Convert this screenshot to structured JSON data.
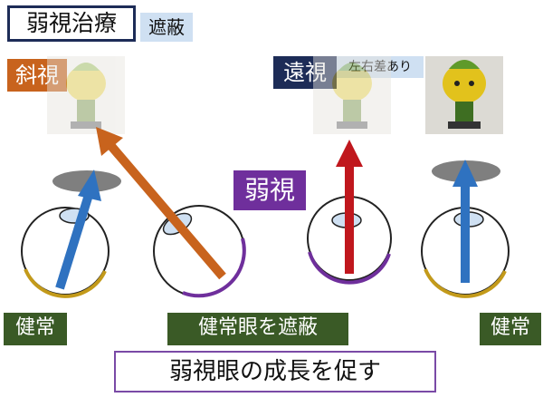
{
  "title": "弱視治療",
  "tag_occlusion": "遮蔽",
  "label_strabismus": "斜視",
  "label_anisometropia": "遠視",
  "label_anisometropia_sub": "左右差あり",
  "label_amblyopia": "弱視",
  "label_healthy_left": "健常",
  "label_healthy_right": "健常",
  "label_cover_healthy_eye": "健常眼を遮蔽",
  "bottom_text": "弱視眼の成長を促す",
  "colors": {
    "navy": "#1d2c57",
    "orange": "#c8631d",
    "purple": "#6f2f9c",
    "green": "#3a5a26",
    "blue_arrow": "#2f72c0",
    "red_arrow": "#c0171d",
    "light_blue": "#cfe0f2",
    "retina_yellow": "#c39a1a"
  }
}
